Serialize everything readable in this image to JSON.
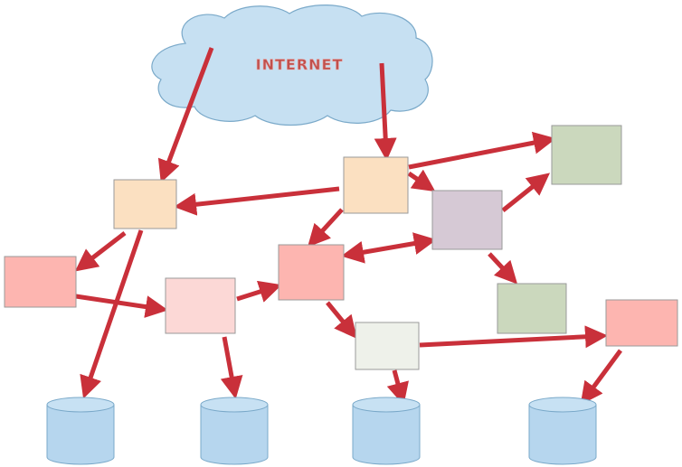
{
  "cloud": {
    "label": "INTERNET",
    "fill": "#c6e0f2",
    "stroke": "#7aa9c9",
    "text_color": "#c0504d"
  },
  "colors": {
    "arrow": "#c9303a",
    "node_orange": "#fbe0c1",
    "node_pink": "#fdb5b0",
    "node_green": "#cbd8bd",
    "node_purple": "#d6c9d5",
    "node_light_pink": "#fcd8d6",
    "node_pale_green": "#eef1ea",
    "database": "#b6d6ee"
  },
  "nodes": [
    {
      "id": "router-left",
      "color": "node_orange"
    },
    {
      "id": "router-center",
      "color": "node_orange"
    },
    {
      "id": "host-left-pink",
      "color": "node_pink"
    },
    {
      "id": "host-center-light-pink",
      "color": "node_light_pink"
    },
    {
      "id": "router-center-pink",
      "color": "node_pink"
    },
    {
      "id": "switch-purple",
      "color": "node_purple"
    },
    {
      "id": "host-top-green",
      "color": "node_green"
    },
    {
      "id": "host-mid-green",
      "color": "node_green"
    },
    {
      "id": "host-pale",
      "color": "node_pale_green"
    },
    {
      "id": "host-right-pink",
      "color": "node_pink"
    }
  ],
  "databases": [
    {
      "id": "db-1"
    },
    {
      "id": "db-2"
    },
    {
      "id": "db-3"
    },
    {
      "id": "db-4"
    }
  ],
  "edges": [
    {
      "from": "internet",
      "to": "router-left"
    },
    {
      "from": "internet",
      "to": "router-center"
    },
    {
      "from": "router-center",
      "to": "router-left"
    },
    {
      "from": "router-center",
      "to": "host-top-green"
    },
    {
      "from": "router-center",
      "to": "switch-purple"
    },
    {
      "from": "router-center",
      "to": "router-center-pink"
    },
    {
      "from": "switch-purple",
      "to": "host-top-green"
    },
    {
      "from": "switch-purple",
      "to": "router-center-pink",
      "bidirectional": true
    },
    {
      "from": "switch-purple",
      "to": "host-mid-green"
    },
    {
      "from": "router-left",
      "to": "host-left-pink"
    },
    {
      "from": "router-left",
      "to": "db-1"
    },
    {
      "from": "host-left-pink",
      "to": "host-center-light-pink"
    },
    {
      "from": "host-center-light-pink",
      "to": "router-center-pink"
    },
    {
      "from": "host-center-light-pink",
      "to": "db-2"
    },
    {
      "from": "router-center-pink",
      "to": "host-pale"
    },
    {
      "from": "host-pale",
      "to": "host-right-pink"
    },
    {
      "from": "host-pale",
      "to": "db-3"
    },
    {
      "from": "host-right-pink",
      "to": "db-4"
    }
  ]
}
